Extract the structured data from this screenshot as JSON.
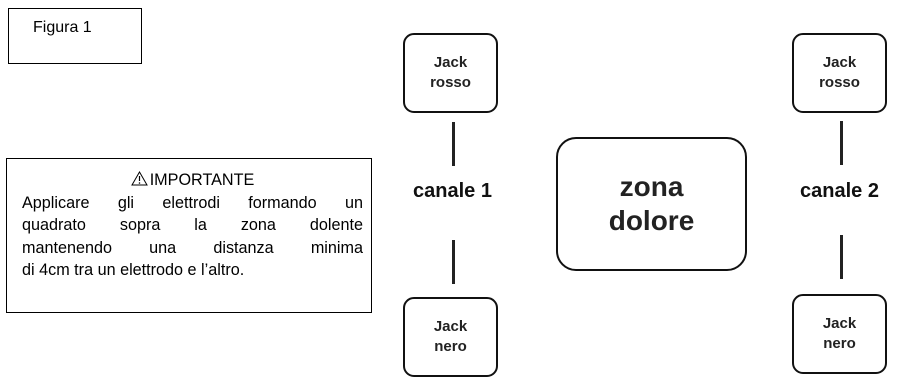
{
  "figure": {
    "label": "Figura 1"
  },
  "note": {
    "icon": "warning-triangle-icon",
    "icon_glyph": "⚠",
    "title": "IMPORTANTE",
    "lines": [
      "Applicare gli elettrodi formando un",
      "quadrato sopra la zona dolente",
      "mantenendo una distanza minima",
      "di 4cm tra un elettrodo e l’altro."
    ]
  },
  "diagram": {
    "channel1": {
      "label": "canale 1",
      "top_jack": [
        "Jack",
        "rosso"
      ],
      "bottom_jack": [
        "Jack",
        "nero"
      ]
    },
    "center": [
      "zona",
      "dolore"
    ],
    "channel2": {
      "label": "canale 2",
      "top_jack": [
        "Jack",
        "rosso"
      ],
      "bottom_jack": [
        "Jack",
        "nero"
      ]
    }
  }
}
